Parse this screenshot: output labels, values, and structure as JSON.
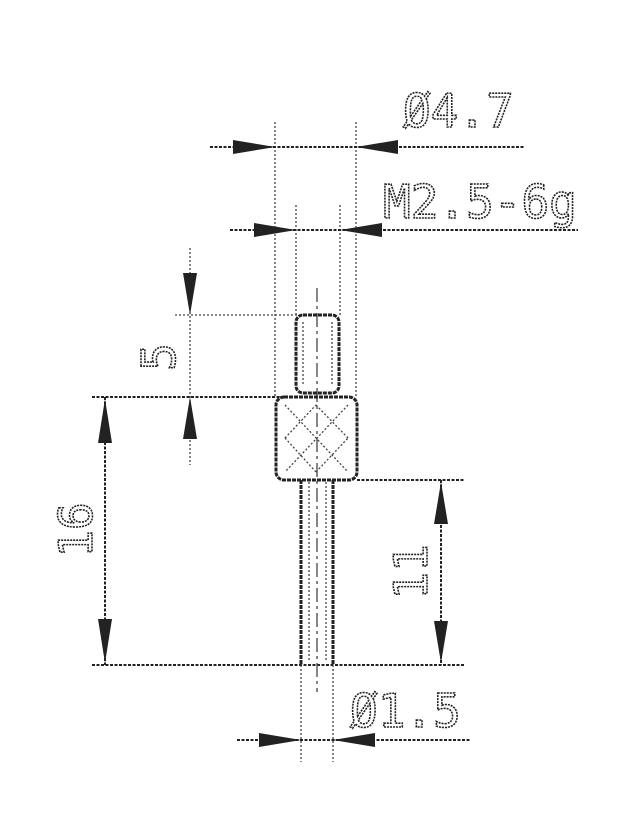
{
  "drawing": {
    "dim_head_diameter": "Ø4.7",
    "dim_thread": "M2.5-6g",
    "dim_thread_length": "5",
    "dim_total_length": "16",
    "dim_stem_length": "11",
    "dim_stem_diameter": "Ø1.5"
  }
}
